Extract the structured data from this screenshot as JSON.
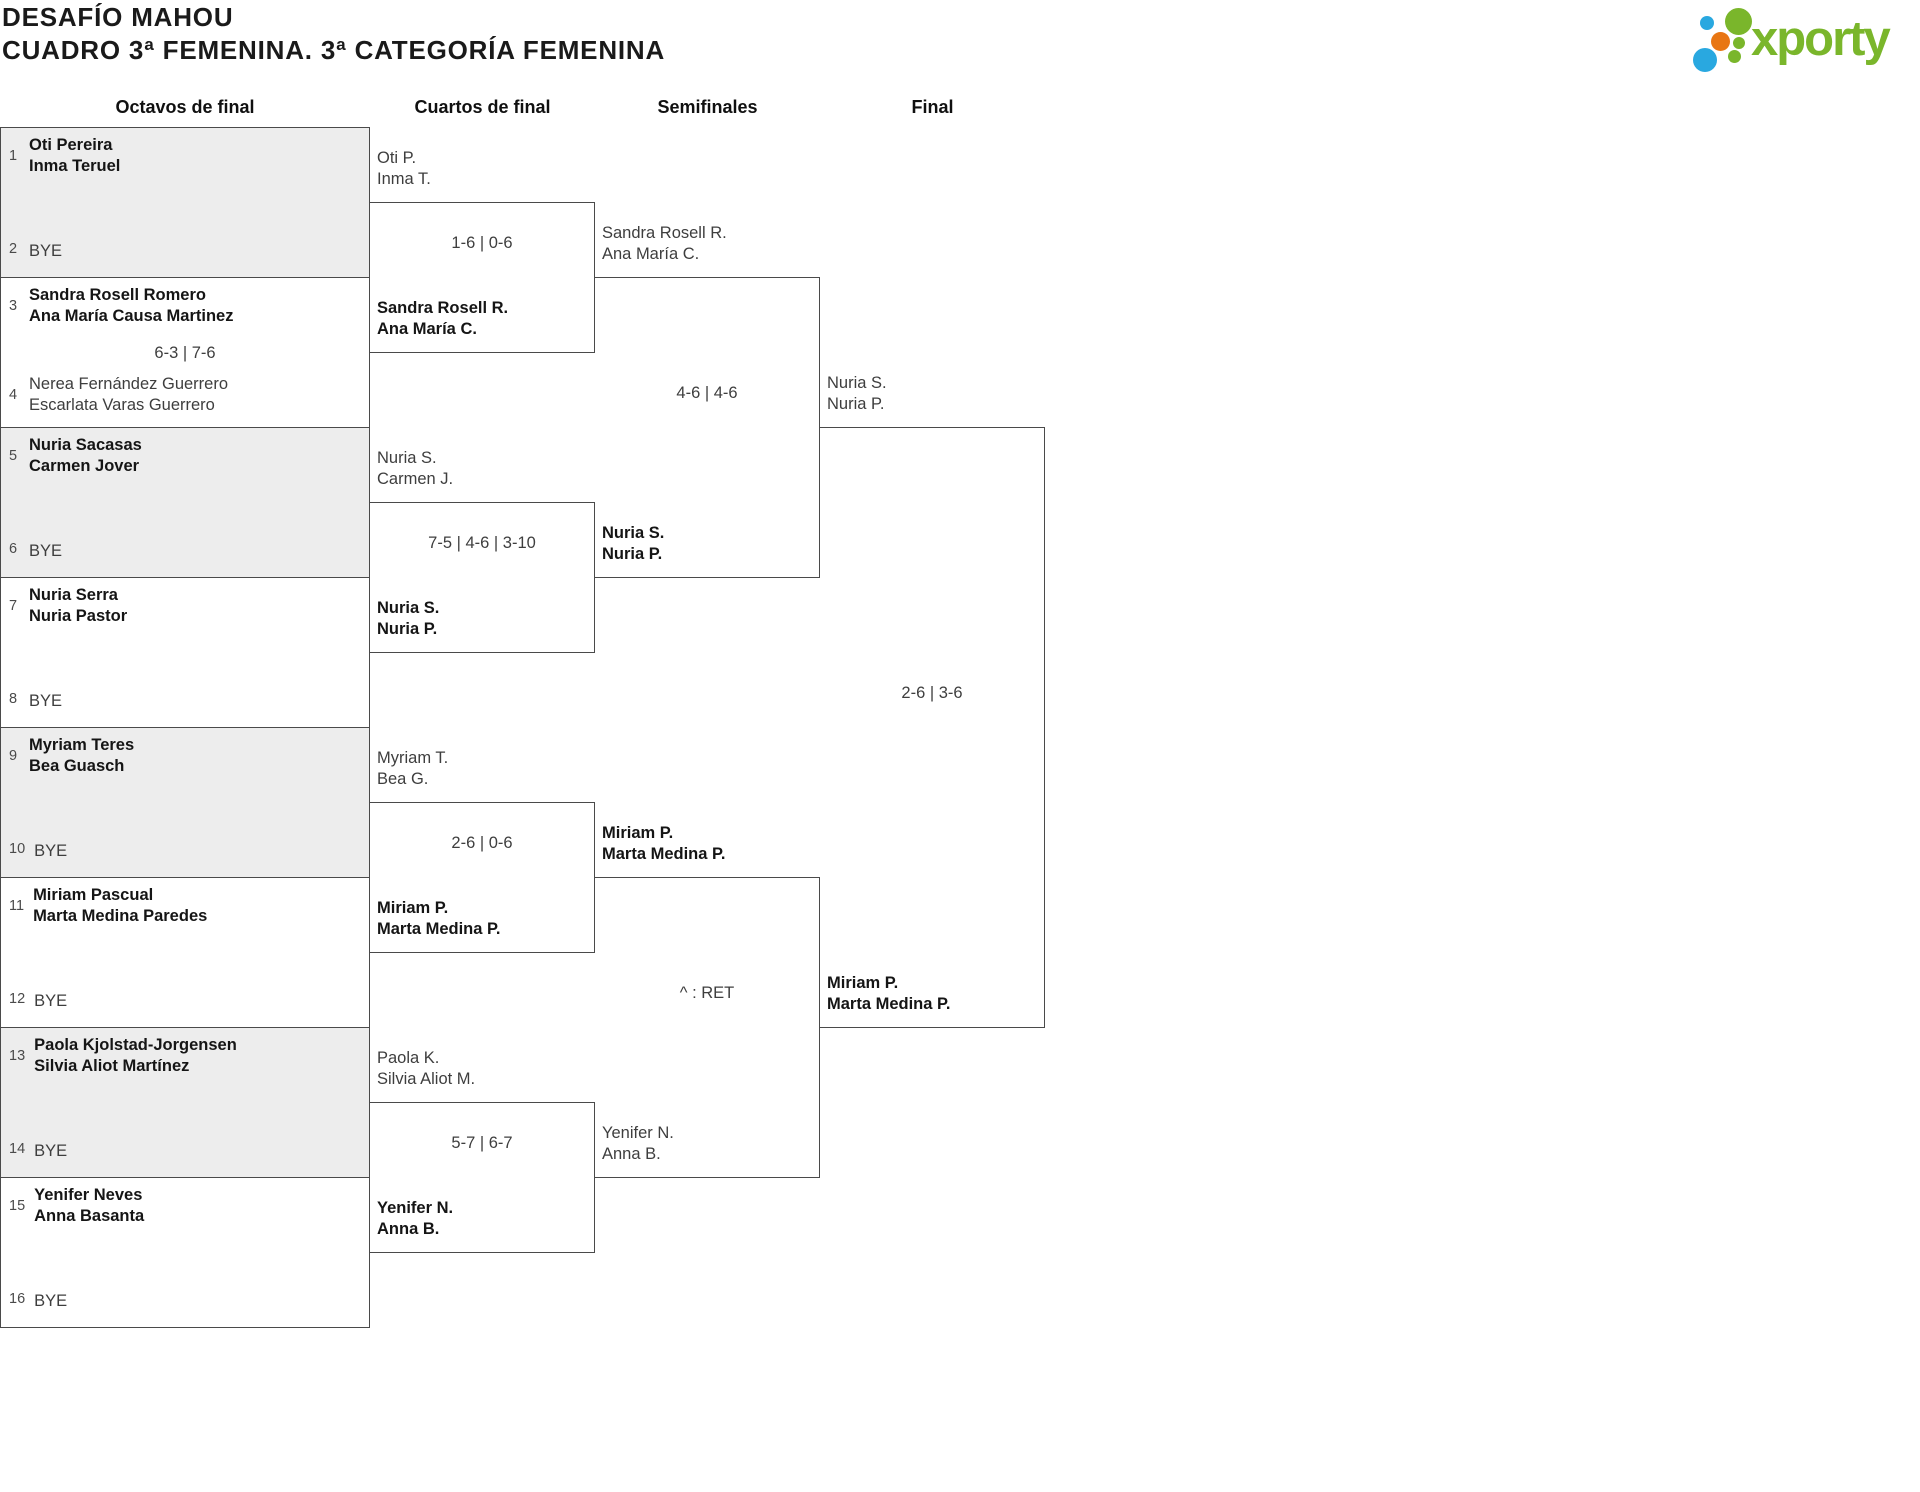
{
  "header": {
    "title_line1": "DESAFÍO MAHOU",
    "title_line2": "CUADRO 3ª FEMENINA. 3ª CATEGORÍA FEMENINA",
    "logo": {
      "text": "xporty",
      "green": "#7ab62b",
      "blue": "#29a8e0",
      "orange": "#e87613"
    }
  },
  "rounds": [
    "Octavos de final",
    "Cuartos de final",
    "Semifinales",
    "Final"
  ],
  "colors": {
    "line": "#4a4a4a",
    "shaded_bg": "#ededed",
    "text_regular": "#3e3e3e",
    "text_winner": "#151515"
  },
  "octavos_pairs": [
    {
      "shaded": true,
      "score": "",
      "teams": [
        {
          "seed": "1",
          "lines": [
            "Oti Pereira",
            "Inma Teruel"
          ],
          "winner": true,
          "bye": false
        },
        {
          "seed": "2",
          "lines": [
            "BYE"
          ],
          "winner": false,
          "bye": true
        }
      ]
    },
    {
      "shaded": false,
      "score": "6-3 | 7-6",
      "teams": [
        {
          "seed": "3",
          "lines": [
            "Sandra Rosell Romero",
            "Ana María Causa Martinez"
          ],
          "winner": true,
          "bye": false
        },
        {
          "seed": "4",
          "lines": [
            "Nerea Fernández Guerrero",
            "Escarlata Varas Guerrero"
          ],
          "winner": false,
          "bye": false
        }
      ]
    },
    {
      "shaded": true,
      "score": "",
      "teams": [
        {
          "seed": "5",
          "lines": [
            "Nuria Sacasas",
            "Carmen Jover"
          ],
          "winner": true,
          "bye": false
        },
        {
          "seed": "6",
          "lines": [
            "BYE"
          ],
          "winner": false,
          "bye": true
        }
      ]
    },
    {
      "shaded": false,
      "score": "",
      "teams": [
        {
          "seed": "7",
          "lines": [
            "Nuria Serra",
            "Nuria Pastor"
          ],
          "winner": true,
          "bye": false
        },
        {
          "seed": "8",
          "lines": [
            "BYE"
          ],
          "winner": false,
          "bye": true
        }
      ]
    },
    {
      "shaded": true,
      "score": "",
      "teams": [
        {
          "seed": "9",
          "lines": [
            "Myriam Teres",
            "Bea Guasch"
          ],
          "winner": true,
          "bye": false
        },
        {
          "seed": "10",
          "lines": [
            "BYE"
          ],
          "winner": false,
          "bye": true
        }
      ]
    },
    {
      "shaded": false,
      "score": "",
      "teams": [
        {
          "seed": "11",
          "lines": [
            "Miriam Pascual",
            "Marta Medina Paredes"
          ],
          "winner": true,
          "bye": false
        },
        {
          "seed": "12",
          "lines": [
            "BYE"
          ],
          "winner": false,
          "bye": true
        }
      ]
    },
    {
      "shaded": true,
      "score": "",
      "teams": [
        {
          "seed": "13",
          "lines": [
            "Paola Kjolstad-Jorgensen",
            "Silvia Aliot Martínez"
          ],
          "winner": true,
          "bye": false
        },
        {
          "seed": "14",
          "lines": [
            "BYE"
          ],
          "winner": false,
          "bye": true
        }
      ]
    },
    {
      "shaded": false,
      "score": "",
      "teams": [
        {
          "seed": "15",
          "lines": [
            "Yenifer Neves",
            "Anna Basanta"
          ],
          "winner": true,
          "bye": false
        },
        {
          "seed": "16",
          "lines": [
            "BYE"
          ],
          "winner": false,
          "bye": true
        }
      ]
    }
  ],
  "matches": {
    "cuartos": [
      {
        "score": "1-6 | 0-6",
        "top": {
          "lines": [
            "Oti P.",
            "Inma T."
          ],
          "winner": false
        },
        "bottom": {
          "lines": [
            "Sandra Rosell R.",
            "Ana María C."
          ],
          "winner": true
        }
      },
      {
        "score": "7-5 | 4-6 | 3-10",
        "top": {
          "lines": [
            "Nuria S.",
            "Carmen J."
          ],
          "winner": false
        },
        "bottom": {
          "lines": [
            "Nuria S.",
            "Nuria P."
          ],
          "winner": true
        }
      },
      {
        "score": "2-6 | 0-6",
        "top": {
          "lines": [
            "Myriam T.",
            "Bea G."
          ],
          "winner": false
        },
        "bottom": {
          "lines": [
            "Miriam P.",
            "Marta Medina P."
          ],
          "winner": true
        }
      },
      {
        "score": "5-7 | 6-7",
        "top": {
          "lines": [
            "Paola K.",
            "Silvia Aliot M."
          ],
          "winner": false
        },
        "bottom": {
          "lines": [
            "Yenifer N.",
            "Anna B."
          ],
          "winner": true
        }
      }
    ],
    "semifinales": [
      {
        "score": "4-6 | 4-6",
        "top": {
          "lines": [
            "Sandra Rosell R.",
            "Ana María C."
          ],
          "winner": false
        },
        "bottom": {
          "lines": [
            "Nuria S.",
            "Nuria P."
          ],
          "winner": true
        }
      },
      {
        "score": "^ : RET",
        "top": {
          "lines": [
            "Miriam P.",
            "Marta Medina P."
          ],
          "winner": true
        },
        "bottom": {
          "lines": [
            "Yenifer N.",
            "Anna B."
          ],
          "winner": false
        }
      }
    ],
    "final": [
      {
        "score": "2-6 | 3-6",
        "top": {
          "lines": [
            "Nuria S.",
            "Nuria P."
          ],
          "winner": false
        },
        "bottom": {
          "lines": [
            "Miriam P.",
            "Marta Medina P."
          ],
          "winner": true
        }
      }
    ]
  }
}
